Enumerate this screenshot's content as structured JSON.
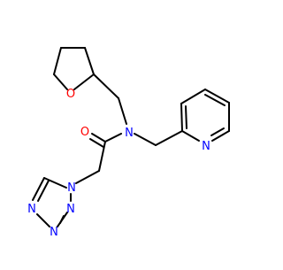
{
  "molecule": {
    "atom_labels": {
      "oxygen_ring": "O",
      "oxygen_carbonyl": "O",
      "nitrogen_amide": "N",
      "nitrogen_pyridine": "N",
      "tetrazole_n1": "N",
      "tetrazole_n2": "N",
      "tetrazole_n3": "N",
      "tetrazole_n4": "N"
    },
    "colors": {
      "bond": "#000000",
      "oxygen": "#ff0000",
      "nitrogen": "#0000ff",
      "background": "#ffffff"
    }
  }
}
